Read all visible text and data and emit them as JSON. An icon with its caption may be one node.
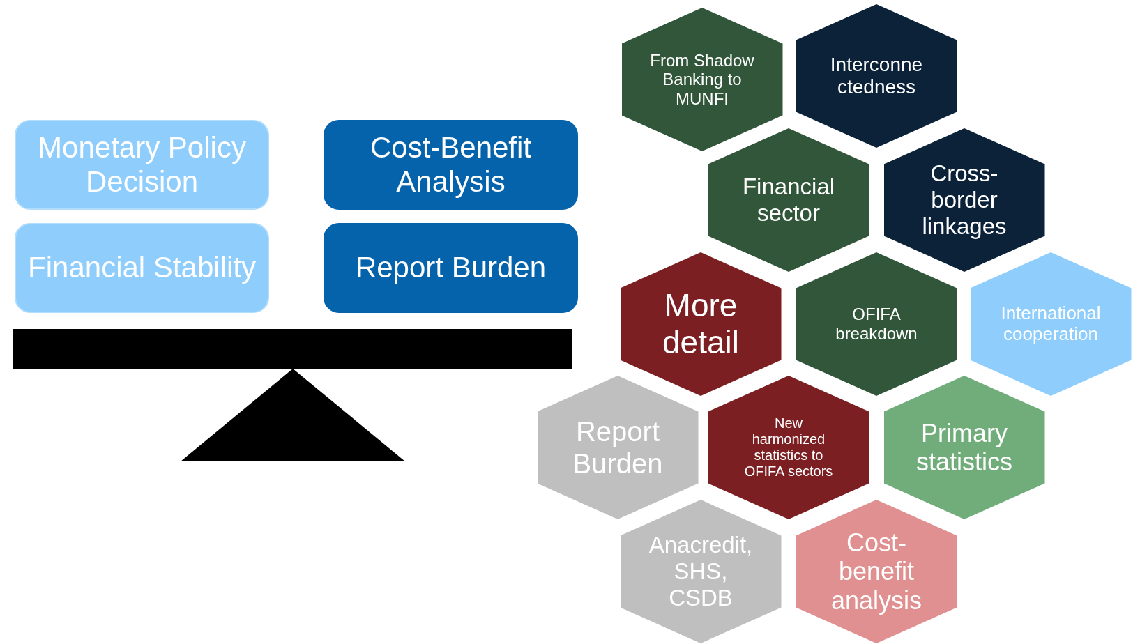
{
  "diagram": {
    "nodes": [
      {
        "text": [
          "Monetary Policy Decision"
        ]
      },
      {
        "text": [
          "Cost-Benefit Analysis"
        ]
      },
      {
        "text": [
          "Financial Stability"
        ]
      },
      {
        "text": [
          "Report Burden"
        ]
      },
      {
        "text": [
          "From Shadow Banking to MUNFI"
        ]
      },
      {
        "text": [
          "Interconnectedness"
        ]
      },
      {
        "text": [
          "Financial sector"
        ]
      },
      {
        "text": [
          "Cross-border linkages"
        ]
      },
      {
        "text": [
          "More detail"
        ]
      },
      {
        "text": [
          "OFIFA breakdown"
        ]
      },
      {
        "text": [
          "International cooperation"
        ]
      },
      {
        "text": [
          "Report Burden"
        ]
      },
      {
        "text": [
          "New harmonized statistics to OFIFA sectors"
        ]
      },
      {
        "text": [
          "Primary statistics"
        ]
      },
      {
        "text": [
          "Anacredit, SHS, CSDB"
        ]
      },
      {
        "text": [
          "Cost-benefit analysis"
        ]
      }
    ],
    "edges": []
  }
}
